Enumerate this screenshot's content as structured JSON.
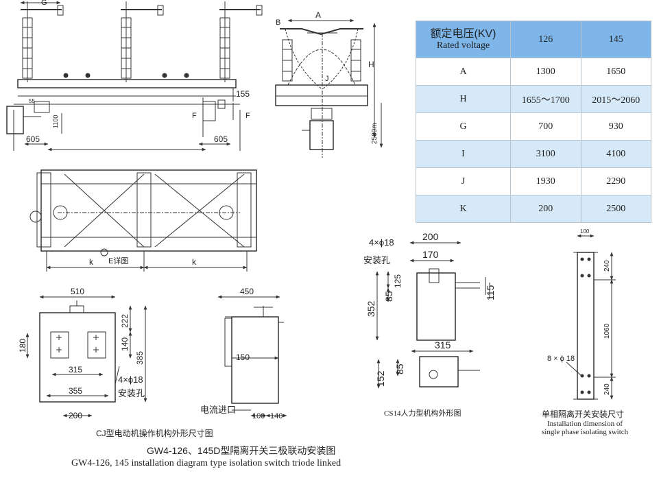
{
  "table": {
    "header": {
      "cn": "额定电压(KV)",
      "en": "Rated voltage",
      "v1": "126",
      "v2": "145"
    },
    "rows": [
      {
        "label": "A",
        "v1": "1300",
        "v2": "1650"
      },
      {
        "label": "H",
        "v1": "1655～1700",
        "v2": "2015～2060"
      },
      {
        "label": "G",
        "v1": "700",
        "v2": "930"
      },
      {
        "label": "I",
        "v1": "3100",
        "v2": "4100"
      },
      {
        "label": "J",
        "v1": "1930",
        "v2": "2290"
      },
      {
        "label": "K",
        "v1": "200",
        "v2": "2500"
      }
    ]
  },
  "front_view": {
    "label_g": "G",
    "dim_155a": "155",
    "dim_55": "55",
    "dim_1100": "1100",
    "dim_605_left": "605",
    "dim_605_right": "605",
    "label_f1": "F",
    "label_f2": "F"
  },
  "side_view": {
    "label_a": "A",
    "label_h": "H",
    "label_b": "B",
    "label_j": "J",
    "dim_2500": "2500m"
  },
  "plan_view": {
    "label_k1": "k",
    "label_k2": "k",
    "detail_e": "E详图"
  },
  "cj_mech": {
    "dim_510": "510",
    "dim_180": "180",
    "dim_315": "315",
    "dim_355": "355",
    "dim_200": "200",
    "dim_222": "222",
    "dim_140": "140",
    "dim_385": "385",
    "holes": "4×ϕ18",
    "mount_holes": "安装孔",
    "dim_450": "450",
    "dim_150": "150",
    "cable_entry": "电流进口",
    "dim_100": "100",
    "dim_140b": "140",
    "caption": "CJ型电动机操作机构外形尺寸图"
  },
  "cs14_mech": {
    "holes": "4×ϕ18",
    "mount_holes": "安装孔",
    "dim_200": "200",
    "dim_170": "170",
    "dim_125": "125",
    "dim_85": "85",
    "dim_352": "352",
    "dim_115": "115",
    "dim_315": "315",
    "dim_152": "152",
    "dim_85b": "85",
    "caption": "CS14人力型机构外形图"
  },
  "single_phase": {
    "dim_100": "100",
    "dim_240a": "240",
    "dim_1060": "1060",
    "dim_240b": "240",
    "holes": "8 × ϕ 18",
    "caption_cn": "单相隔离开关安装尺寸",
    "caption_en_1": "Installation dimension of",
    "caption_en_2": "single phase isolating switch"
  },
  "titles": {
    "cn": "GW4-126、145D型隔离开关三极联动安装图",
    "en": "GW4-126, 145 installation diagram type isolation switch triode linked"
  }
}
